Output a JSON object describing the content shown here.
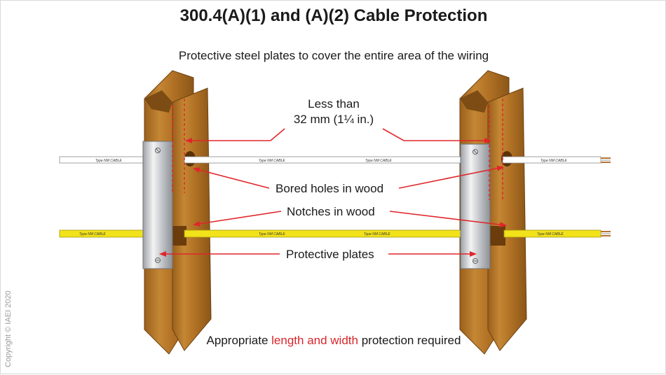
{
  "title": "300.4(A)(1) and (A)(2) Cable Protection",
  "subtitle": "Protective steel plates to cover the entire area of the wiring",
  "labels": {
    "less_than_line1": "Less than",
    "less_than_line2": "32 mm (1¼ in.)",
    "bored_holes": "Bored holes in wood",
    "notches": "Notches in wood",
    "protective_plates": "Protective plates"
  },
  "bottom_note": {
    "before": "Appropriate ",
    "highlight": "length and width",
    "after": " protection required"
  },
  "cable_label": "Type NM CABLE",
  "copyright": "Copyright © IAEI 2020",
  "colors": {
    "wood": "#b8792a",
    "wood_dark": "#8a5618",
    "plate": "#c9cccf",
    "nm_cable_white": "#ffffff",
    "nm_cable_yellow": "#f2e21a",
    "arrow": "#e0262b",
    "highlight_text": "#d9262b"
  },
  "icons": {
    "screw": "screw-icon",
    "arrow": "arrow-icon"
  }
}
